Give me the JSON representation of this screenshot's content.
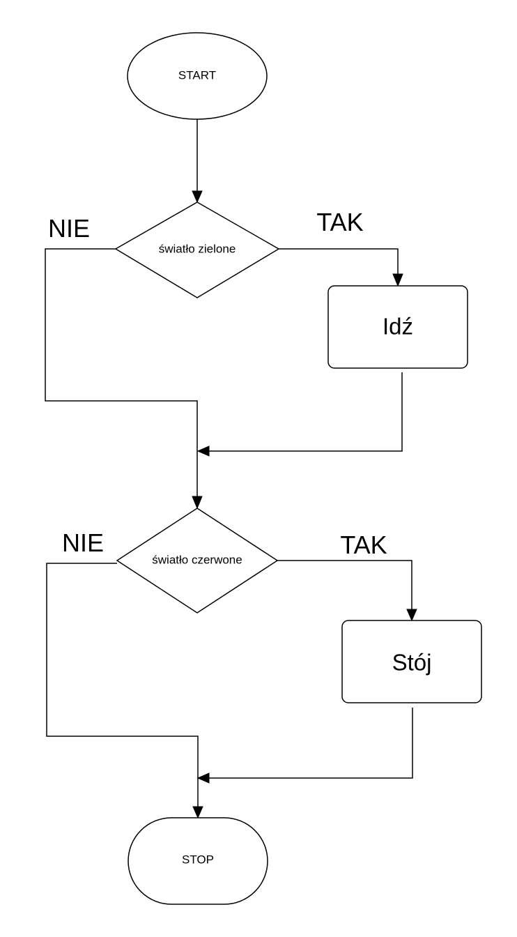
{
  "nodes": {
    "start": "START",
    "decision_green": "światło zielone",
    "action_go": "Idź",
    "decision_red": "światło czerwone",
    "action_stop": "Stój",
    "stop": "STOP"
  },
  "branches": {
    "green_no": "NIE",
    "green_yes": "TAK",
    "red_no": "NIE",
    "red_yes": "TAK"
  },
  "colors": {
    "stroke": "#000000",
    "fill": "#ffffff"
  }
}
